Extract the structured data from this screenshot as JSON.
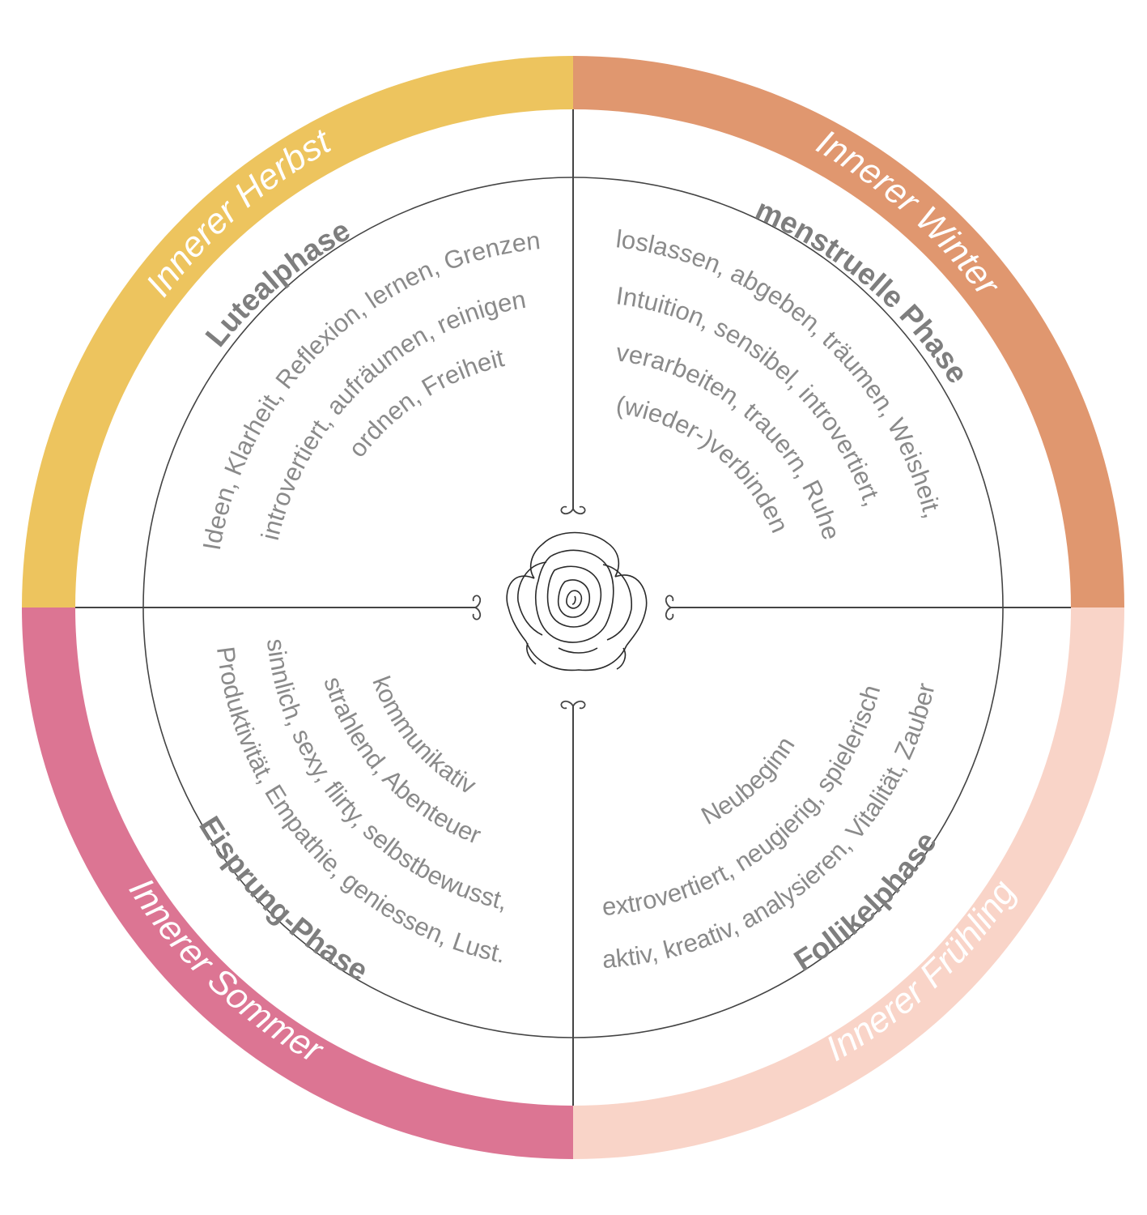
{
  "colors": {
    "herbst": "#EDC45E",
    "winter": "#E0976F",
    "sommer": "#DC7593",
    "fruehling": "#F9D4C8",
    "text": "#808080",
    "line": "#444444"
  },
  "quadrants": {
    "herbst": {
      "season": "Innerer Herbst",
      "phase": "Lutealphase",
      "keywords": [
        "Ideen, Klarheit, Reflexion, lernen, Grenzen",
        "introvertiert, aufräumen, reinigen",
        "ordnen, Freiheit"
      ]
    },
    "winter": {
      "season": "Innerer Winter",
      "phase": "menstruelle Phase",
      "keywords": [
        "loslassen, abgeben, träumen, Weisheit,",
        "Intuition, sensibel, introvertiert,",
        "verarbeiten, trauern, Ruhe",
        "(wieder-)verbinden"
      ]
    },
    "sommer": {
      "season": "Innerer Sommer",
      "phase": "Eisprung-Phase",
      "keywords": [
        "Produktivität, Empathie, geniessen, Lust.",
        "sinnlich, sexy, flirty, selbstbewusst,",
        "strahlend, Abenteuer",
        "kommunikativ"
      ]
    },
    "fruehling": {
      "season": "Innerer Frühling",
      "phase": "Follikelphase",
      "keywords": [
        "aktiv, kreativ, analysieren, Vitalität, Zauber",
        "extrovertiert, neugierig, spielerisch",
        "Neubeginn"
      ]
    }
  },
  "center_icon": "rose-icon"
}
